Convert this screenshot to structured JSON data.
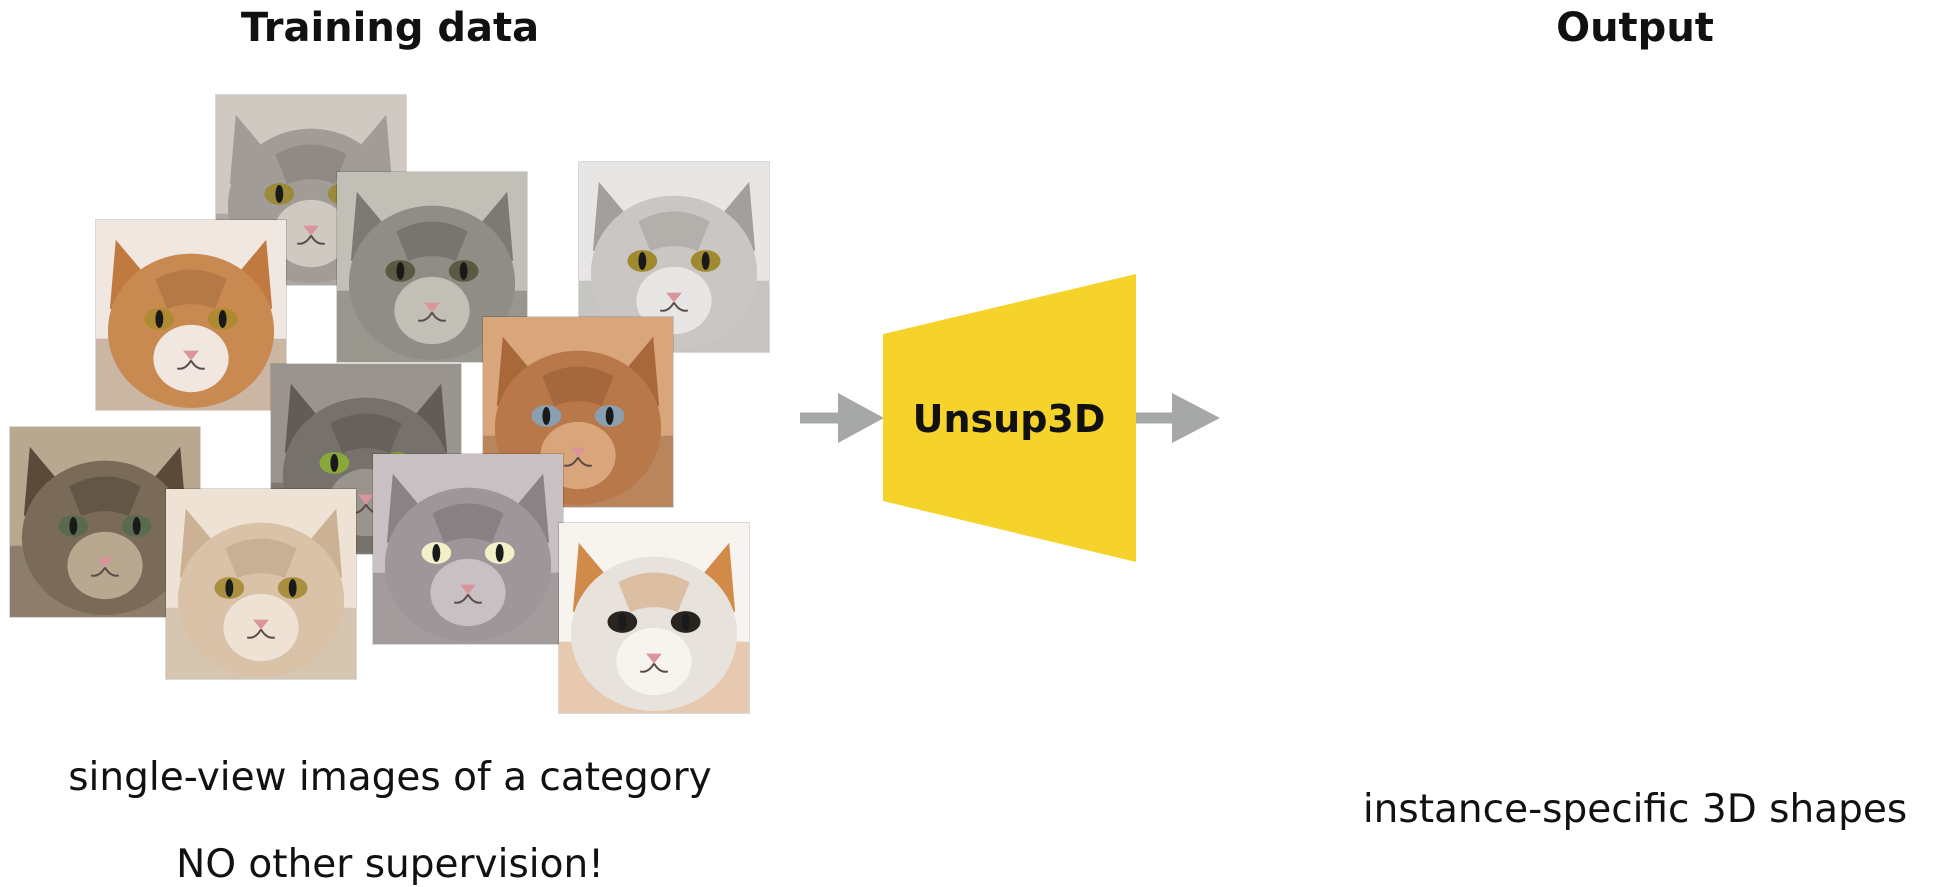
{
  "headings": {
    "training": "Training data",
    "output": "Output"
  },
  "captions": {
    "training_1": "single-view images of a category",
    "training_2": "NO other supervision!",
    "output": "instance-specific 3D shapes"
  },
  "model": {
    "label": "Unsup3D",
    "color": "#F5D32B"
  },
  "arrow_color": "#A5A8A7",
  "cats": [
    {
      "name": "cat-photo-gray-tabby",
      "fur": "#a29c96",
      "light": "#cfc9c2",
      "dark": "#6f6a66",
      "ear": "#a29c96",
      "eye": "#9a8a3a"
    },
    {
      "name": "cat-photo-tabby-winking",
      "fur": "#8f8d85",
      "light": "#c2bfb6",
      "dark": "#4d4b46",
      "ear": "#7c7a73",
      "eye": "#5a5a40"
    },
    {
      "name": "cat-photo-white-gray",
      "fur": "#c9c6c3",
      "light": "#e8e6e4",
      "dark": "#8a8682",
      "ear": "#a39f9b",
      "eye": "#a08a30"
    },
    {
      "name": "cat-photo-orange-white",
      "fur": "#c98a52",
      "light": "#efe7e0",
      "dark": "#8a5a30",
      "ear": "#c07a40",
      "eye": "#b08a30"
    },
    {
      "name": "cat-photo-ginger",
      "fur": "#b8784a",
      "light": "#d9a57a",
      "dark": "#7a4a28",
      "ear": "#a8683a",
      "eye": "#8aa0b0"
    },
    {
      "name": "cat-photo-gray-green-eyes",
      "fur": "#77716c",
      "light": "#9a948f",
      "dark": "#4a4542",
      "ear": "#625c58",
      "eye": "#8aa83a"
    },
    {
      "name": "cat-photo-tabby-kitten",
      "fur": "#7a6a58",
      "light": "#b8a890",
      "dark": "#3a3028",
      "ear": "#5a4a3a",
      "eye": "#5a6a50"
    },
    {
      "name": "cat-photo-silver-glowing-eyes",
      "fur": "#9e9698",
      "light": "#c8c0c2",
      "dark": "#5e585a",
      "ear": "#8a8284",
      "eye": "#f2f0c8"
    },
    {
      "name": "cat-photo-cream",
      "fur": "#d9c2a8",
      "light": "#eee2d4",
      "dark": "#a8906f",
      "ear": "#cbb294",
      "eye": "#a89040"
    },
    {
      "name": "cat-photo-calico-kitten",
      "fur": "#e8e2dc",
      "light": "#f7f3ef",
      "dark": "#c57a3a",
      "ear": "#d28a48",
      "eye": "#2a2420"
    }
  ]
}
